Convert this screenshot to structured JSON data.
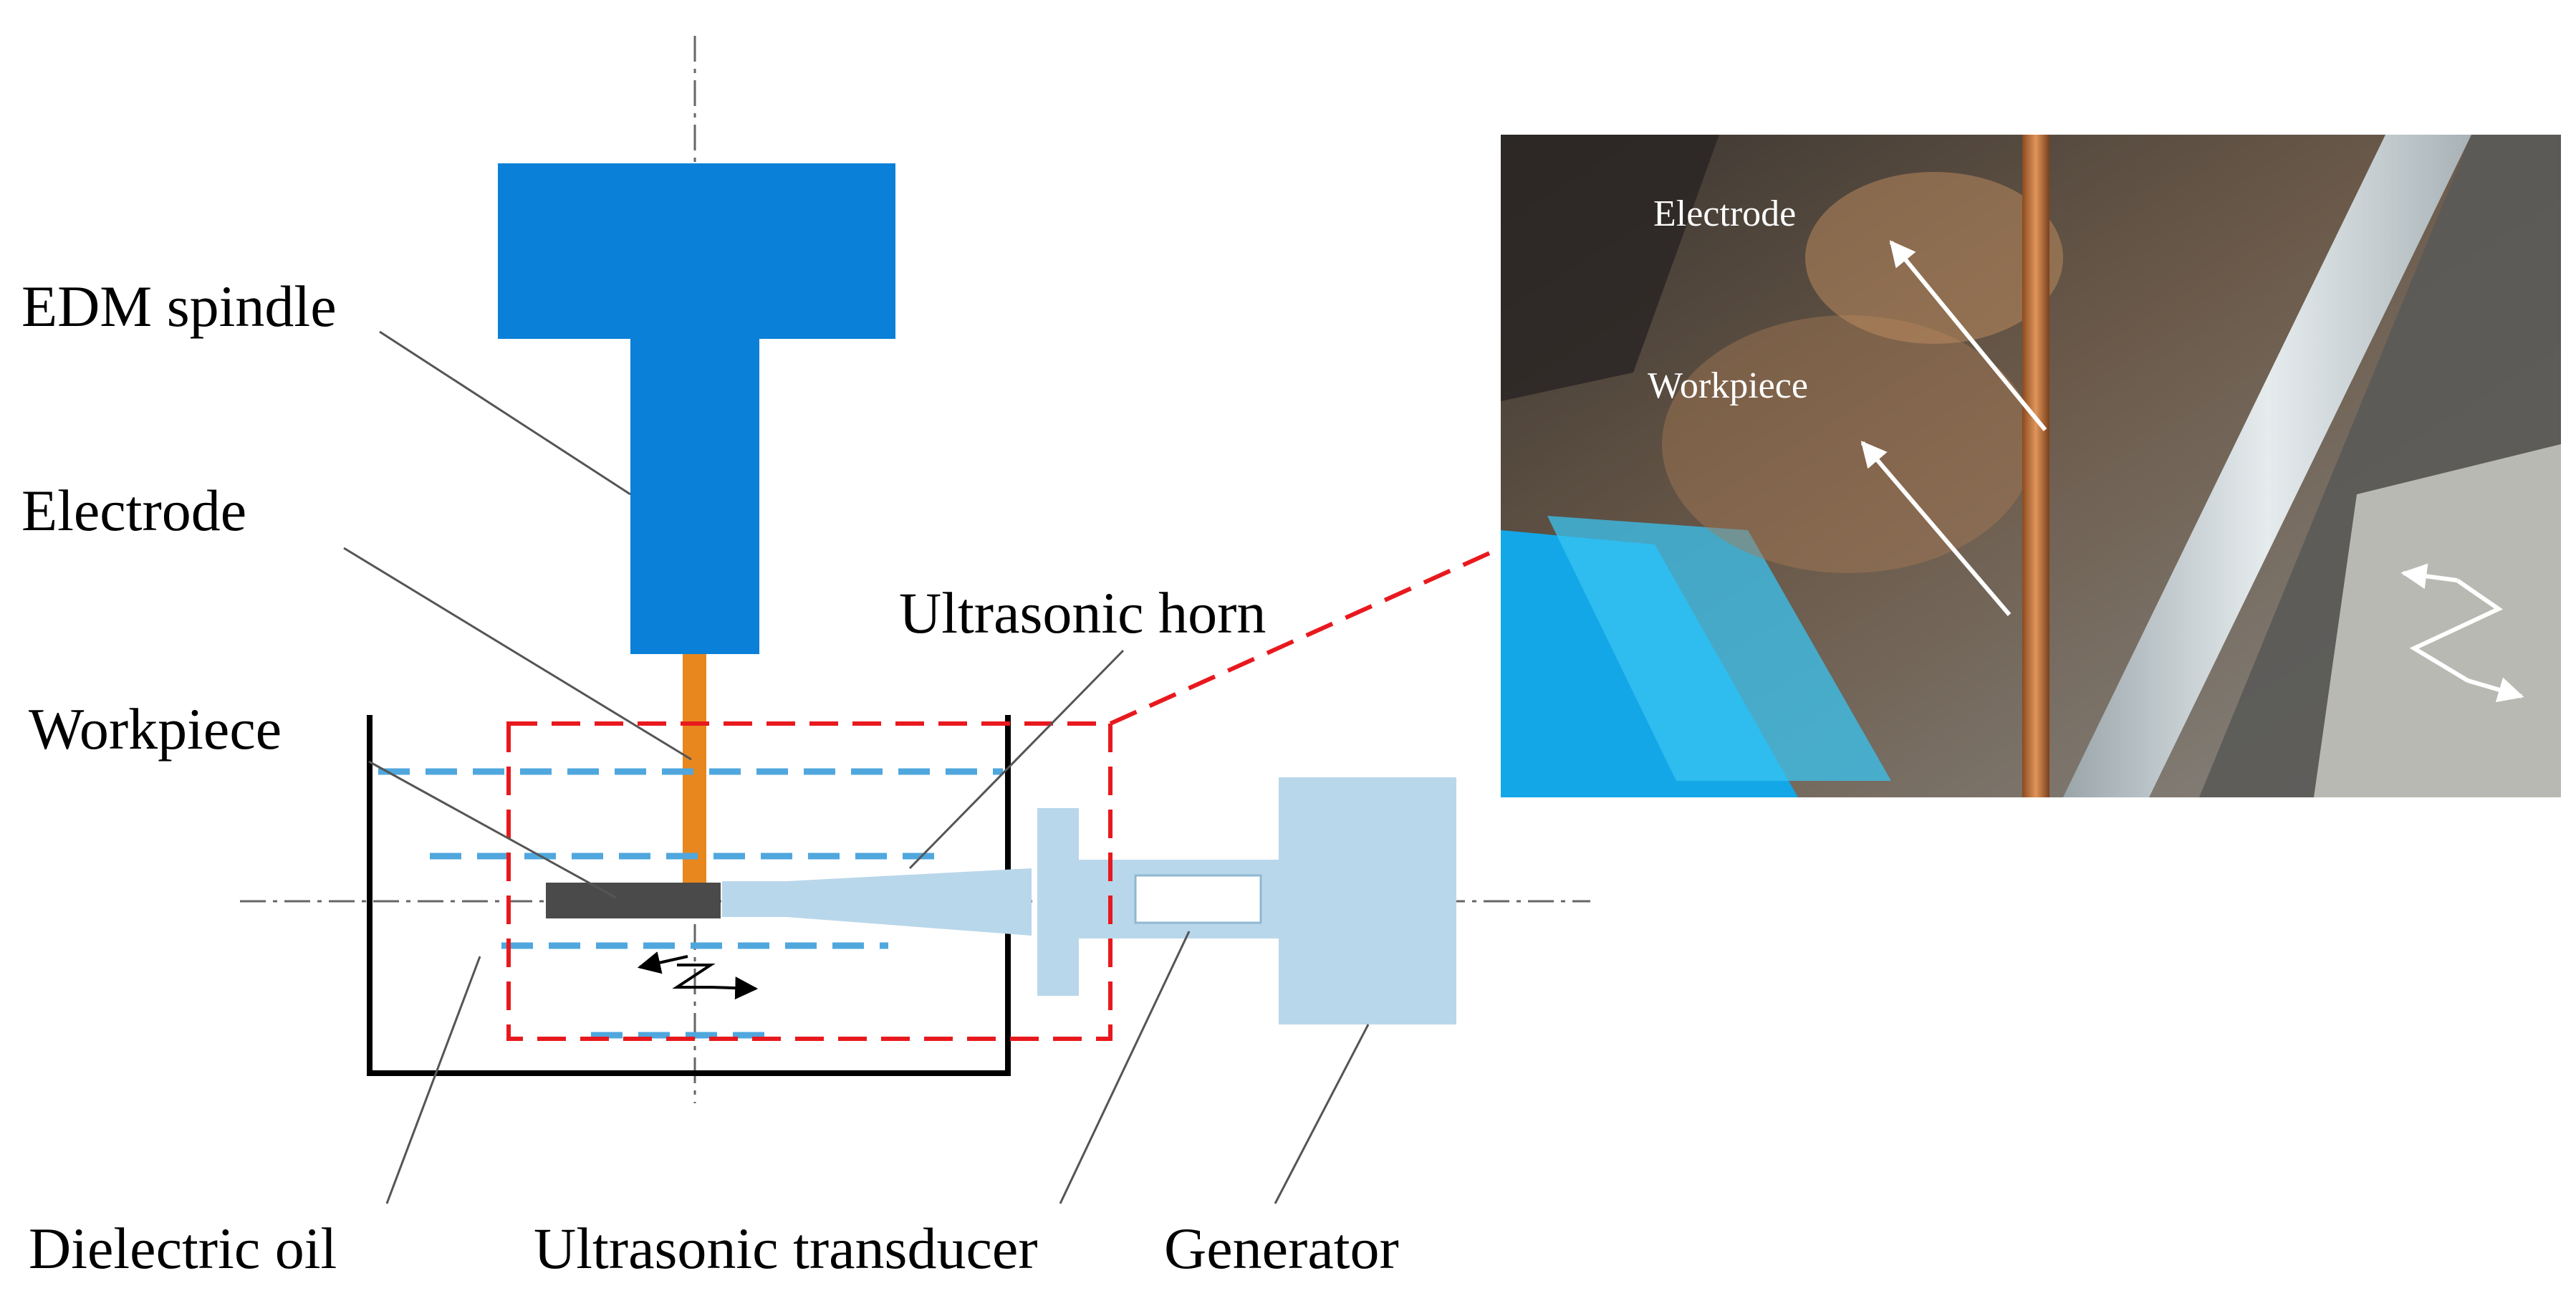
{
  "labels": {
    "edm_spindle": "EDM spindle",
    "electrode": "Electrode",
    "workpiece": "Workpiece",
    "ultrasonic_horn": "Ultrasonic horn",
    "dielectric_oil": "Dielectric oil",
    "ultrasonic_transducer": "Ultrasonic transducer",
    "generator": "Generator"
  },
  "photo_labels": {
    "electrode": "Electrode",
    "workpiece": "Workpiece"
  },
  "colors": {
    "spindle": "#0A80D8",
    "electrode": "#E8871E",
    "workpiece": "#4A4A4A",
    "horn": "#B9D7EA",
    "oil_dash": "#4FA7DE",
    "detail_box": "#E8191E",
    "tank": "#000000",
    "center_line": "#555555"
  }
}
